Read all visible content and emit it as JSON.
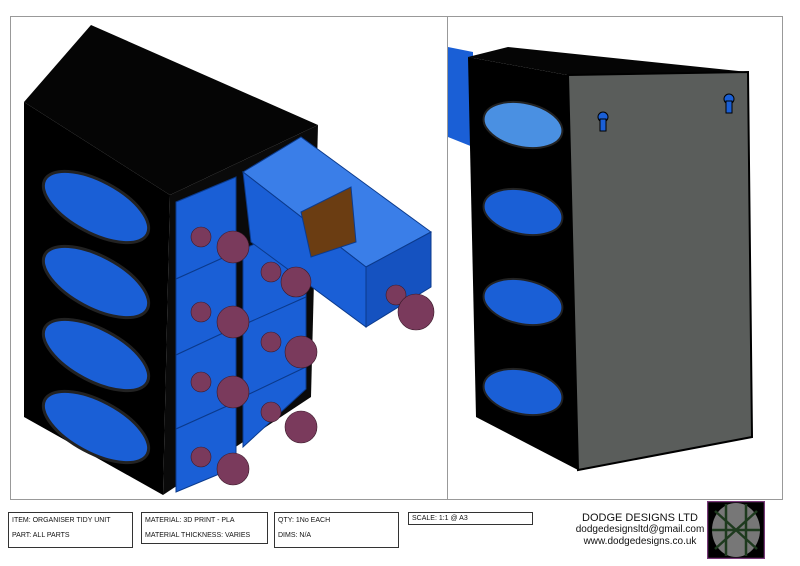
{
  "title_block": {
    "item": "ITEM: ORGANISER TIDY UNIT",
    "part": "PART: ALL PARTS",
    "material": "MATERIAL: 3D PRINT - PLA",
    "material_thickness": "MATERIAL THICKNESS: VARIES",
    "qty": "QTY: 1No EACH",
    "dims": "DIMS: N/A",
    "scale": "SCALE: 1:1 @ A3"
  },
  "company": {
    "name": "DODGE DESIGNS LTD",
    "email": "dodgedesignsltd@gmail.com",
    "website": "www.dodgedesigns.co.uk"
  },
  "colors": {
    "body": "#000000",
    "drawer": "#1a5fd6",
    "knob": "#7a3a5c",
    "back_panel": "#5a5d5b"
  }
}
